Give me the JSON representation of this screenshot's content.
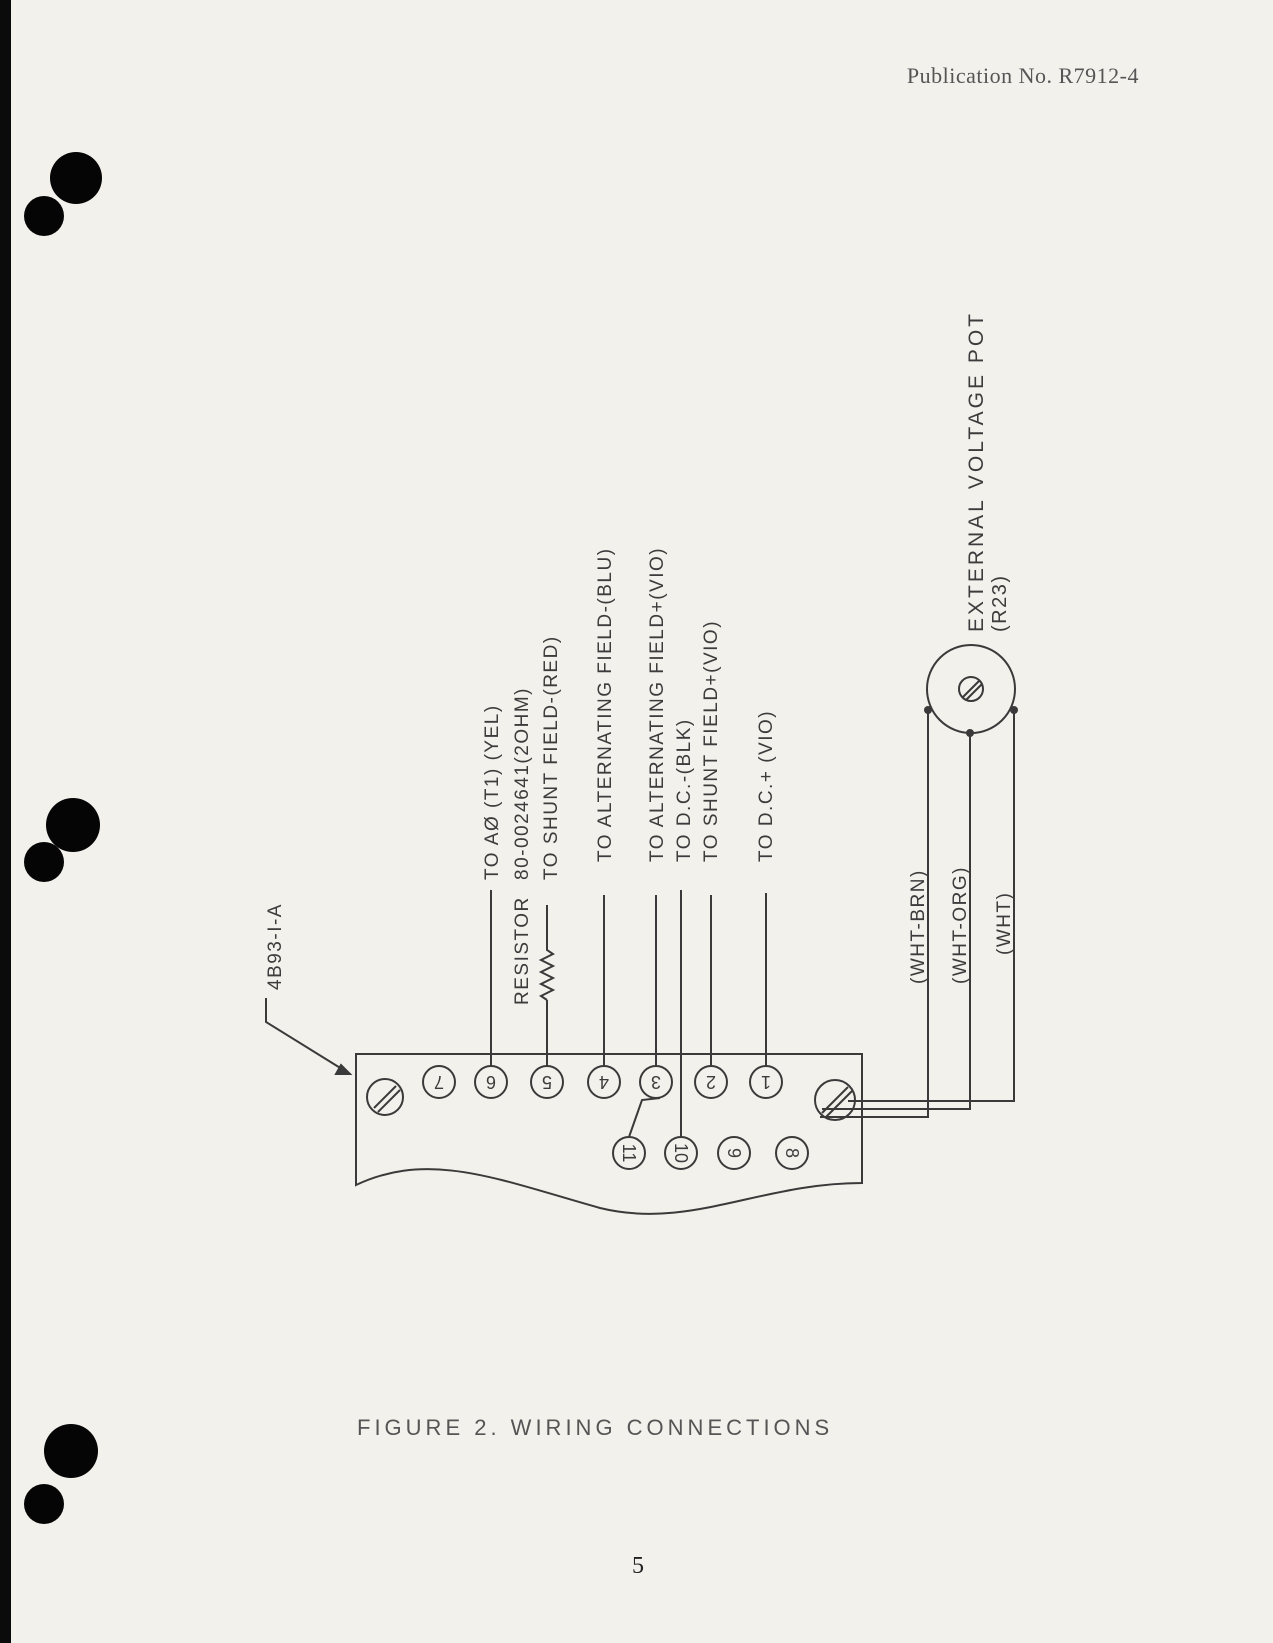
{
  "header": {
    "publication": "Publication No. R7912-4"
  },
  "figure": {
    "caption": "FIGURE 2. WIRING CONNECTIONS",
    "part_number": "4B93-I-A",
    "terminals_top": [
      "7",
      "6",
      "5",
      "4",
      "3",
      "2",
      "1"
    ],
    "terminals_bottom": [
      "11",
      "10",
      "9",
      "8"
    ],
    "wire_labels": {
      "t6": "TO AØ (T1) (YEL)",
      "resistor_value": "80-0024641(2OHM)",
      "resistor": "RESISTOR",
      "t5": "TO SHUNT FIELD-(RED)",
      "t4": "TO ALTERNATING FIELD-(BLU)",
      "t3": "TO ALTERNATING FIELD+(VIO)",
      "t10": "TO D.C.-(BLK)",
      "t2": "TO SHUNT FIELD+(VIO)",
      "t1": "TO D.C.+ (VIO)"
    },
    "pot": {
      "label": "EXTERNAL VOLTAGE POT",
      "ref": "(R23)",
      "wires": [
        "(WHT-BRN)",
        "(WHT-ORG)",
        "(WHT)"
      ]
    }
  },
  "footer": {
    "page_number": "5"
  }
}
